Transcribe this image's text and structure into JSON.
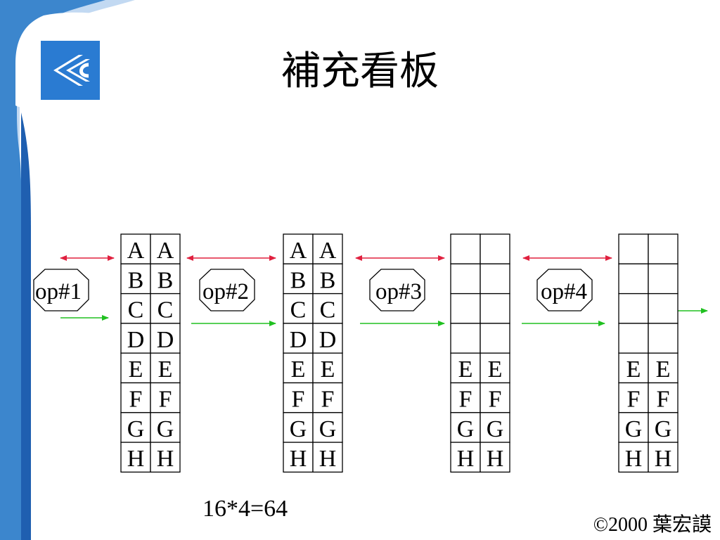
{
  "slide": {
    "title": "補充看板",
    "formula": "16*4=64",
    "copyright": "©2000 葉宏謨"
  },
  "colors": {
    "band_light": "#C2D9F2",
    "band_mid": "#3C86CD",
    "band_dark": "#1F5FB0",
    "logo_bg": "#2A7BD2",
    "request_arrow": "#E0203F",
    "flow_arrow": "#20C020"
  },
  "logo": {
    "icon": "double-chevron-logo-icon"
  },
  "operations": [
    "op#1",
    "op#2",
    "op#3",
    "op#4"
  ],
  "kanban_boards": [
    {
      "rows": [
        [
          "A",
          "A"
        ],
        [
          "B",
          "B"
        ],
        [
          "C",
          "C"
        ],
        [
          "D",
          "D"
        ],
        [
          "E",
          "E"
        ],
        [
          "F",
          "F"
        ],
        [
          "G",
          "G"
        ],
        [
          "H",
          "H"
        ]
      ]
    },
    {
      "rows": [
        [
          "A",
          "A"
        ],
        [
          "B",
          "B"
        ],
        [
          "C",
          "C"
        ],
        [
          "D",
          "D"
        ],
        [
          "E",
          "E"
        ],
        [
          "F",
          "F"
        ],
        [
          "G",
          "G"
        ],
        [
          "H",
          "H"
        ]
      ]
    },
    {
      "rows": [
        [
          "",
          ""
        ],
        [
          "",
          ""
        ],
        [
          "",
          ""
        ],
        [
          "",
          ""
        ],
        [
          "E",
          "E"
        ],
        [
          "F",
          "F"
        ],
        [
          "G",
          "G"
        ],
        [
          "H",
          "H"
        ]
      ]
    },
    {
      "rows": [
        [
          "",
          ""
        ],
        [
          "",
          ""
        ],
        [
          "",
          ""
        ],
        [
          "",
          ""
        ],
        [
          "E",
          "E"
        ],
        [
          "F",
          "F"
        ],
        [
          "G",
          "G"
        ],
        [
          "H",
          "H"
        ]
      ]
    }
  ]
}
